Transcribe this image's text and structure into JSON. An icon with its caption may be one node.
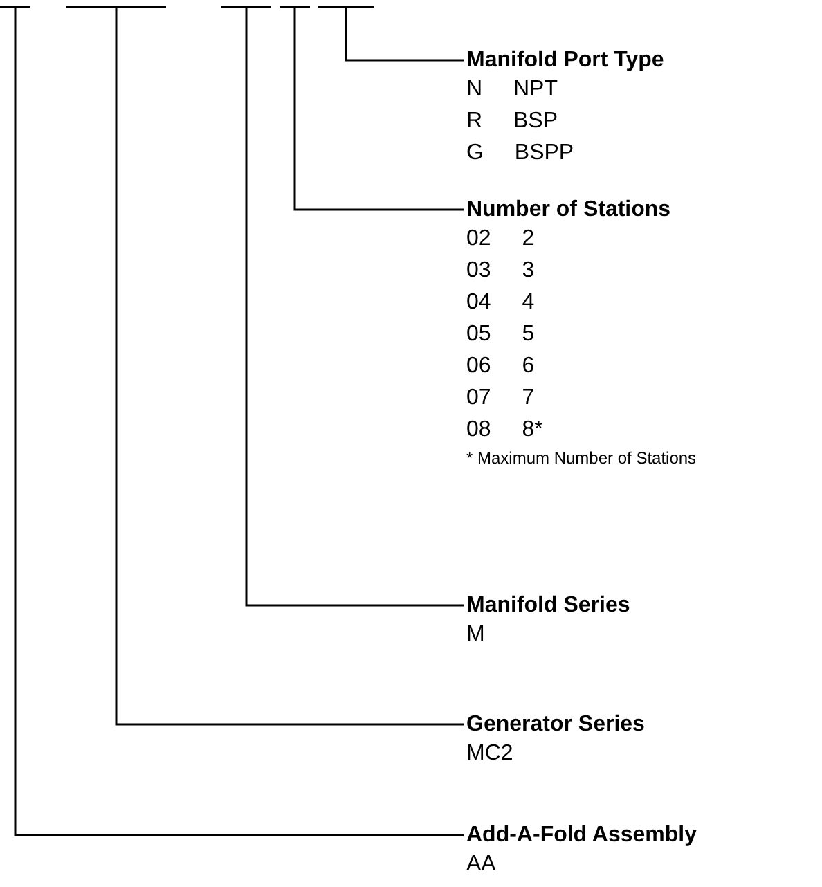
{
  "diagram": {
    "nodes": [
      {
        "text": [],
        "shape": "bar"
      },
      {
        "text": [],
        "shape": "bar"
      },
      {
        "text": [],
        "shape": "bar"
      },
      {
        "text": [],
        "shape": "bar"
      },
      {
        "text": [],
        "shape": "bar"
      },
      {
        "text": [
          "Manifold Port Type",
          "N NPT",
          "R BSP",
          "G BSPP"
        ]
      },
      {
        "text": [
          "Number of Stations",
          "02 2",
          "03 3",
          "04 4",
          "05 5",
          "06 6",
          "07 7",
          "08 8*"
        ],
        "beside": [
          "* Maximum Number of Stations"
        ]
      },
      {
        "text": [
          "Manifold Series",
          "M"
        ]
      },
      {
        "text": [
          "Generator Series",
          "MC2"
        ]
      },
      {
        "text": [
          "Add-A-Fold Assembly",
          "AA"
        ]
      }
    ],
    "edges": [
      {
        "from": 4,
        "to": 5,
        "arrow": "none"
      },
      {
        "from": 3,
        "to": 6,
        "arrow": "none"
      },
      {
        "from": 2,
        "to": 7,
        "arrow": "none"
      },
      {
        "from": 1,
        "to": 8,
        "arrow": "none"
      },
      {
        "from": 0,
        "to": 9,
        "arrow": "none"
      }
    ]
  }
}
